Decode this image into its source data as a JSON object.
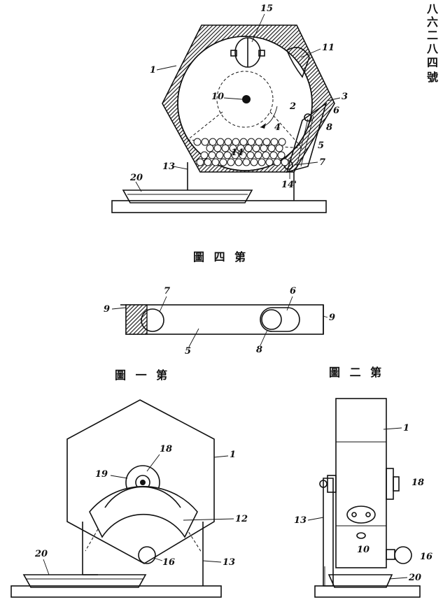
{
  "side_text": [
    "八",
    "六",
    "二",
    "八",
    "四",
    "號"
  ],
  "captions": {
    "fig4": "圖 四 第",
    "fig1": "圖 一 第",
    "fig2": "圖 二 第"
  },
  "fig4_labels": [
    "15",
    "11",
    "1",
    "10",
    "3",
    "6",
    "8",
    "5",
    "7",
    "14",
    "4",
    "2",
    "13",
    "20",
    "14'"
  ],
  "strip_labels": [
    "7",
    "6",
    "9",
    "9",
    "5",
    "8"
  ],
  "fig1_labels": [
    "18",
    "19",
    "1",
    "12",
    "16",
    "13",
    "20"
  ],
  "fig2_labels": [
    "1",
    "18",
    "13",
    "10",
    "16",
    "20"
  ]
}
